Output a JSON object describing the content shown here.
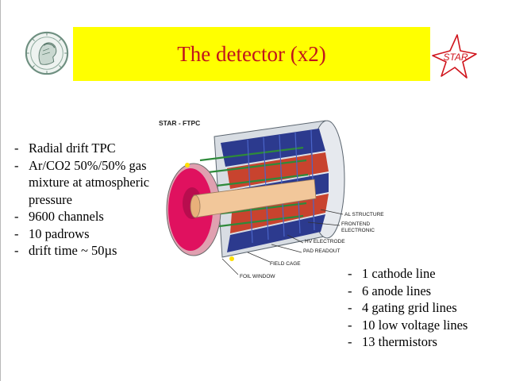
{
  "slide": {
    "title": "The detector (x2)",
    "left_bullets": [
      "Radial drift TPC",
      "Ar/CO2 50%/50% gas mixture at atmospheric pressure",
      "9600 channels",
      "10 padrows",
      "drift time ~ 50µs"
    ],
    "right_bullets": [
      "1 cathode line",
      "6 anode lines",
      "4 gating grid lines",
      "10 low voltage lines",
      "13 thermistors"
    ]
  },
  "figure": {
    "caption": "STAR - FTPC",
    "labels": {
      "al_structure": "AL STRUCTURE",
      "frontend_1": "FRONTEND",
      "frontend_2": "ELECTRONIC",
      "hv": "HV  ELECTRODE",
      "pad": "PAD  READOUT",
      "field_cage": "FIELD  CAGE",
      "foil_window": "FOIL WINDOW"
    }
  },
  "logos": {
    "star": "STAR"
  },
  "colors": {
    "title_bg": "#ffff00",
    "title_text": "#c0141c",
    "star_red": "#d0141c"
  }
}
